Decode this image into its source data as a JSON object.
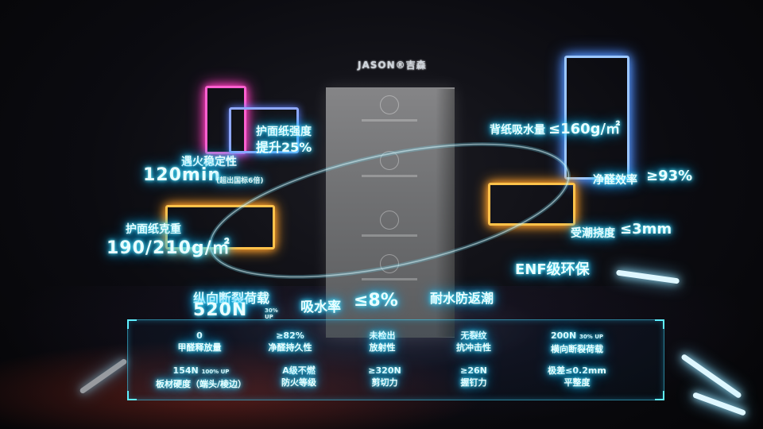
{
  "brand": "JASON®吉森",
  "callouts": {
    "face_paper_strength": {
      "label": "护面纸强度",
      "value": "提升25%"
    },
    "fire_stability": {
      "label": "遇火稳定性",
      "value": "120min",
      "note": "(超出国标6倍)"
    },
    "face_paper_weight": {
      "label": "护面纸克重",
      "value": "190/210g/㎡"
    },
    "back_paper_absorb": {
      "label": "背纸吸水量",
      "value": "≤160g/㎡"
    },
    "purify_rate": {
      "label": "净醛效率",
      "value": "≥93%"
    },
    "moisture_deflection": {
      "label": "受潮挠度",
      "value": "≤3mm"
    },
    "enf": {
      "label": "ENF级环保"
    },
    "longitudinal_load": {
      "label": "纵向断裂荷载",
      "value": "520N",
      "note": "30% UP"
    },
    "water_absorb": {
      "label": "吸水率",
      "value": "≤8%"
    },
    "moisture_resist": {
      "label": "耐水防返潮"
    }
  },
  "spec_table": [
    {
      "value": "0",
      "label": "甲醛释放量"
    },
    {
      "value": "≥82%",
      "label": "净醛持久性"
    },
    {
      "value": "未检出",
      "label": "放射性"
    },
    {
      "value": "无裂纹",
      "label": "抗冲击性"
    },
    {
      "value": "200N",
      "note": "30% UP",
      "label": "横向断裂荷载"
    },
    {
      "value": "154N",
      "note": "100% UP",
      "label": "板材硬度（端头/棱边）"
    },
    {
      "value": "A级不燃",
      "label": "防火等级"
    },
    {
      "value": "≥320N",
      "label": "剪切力"
    },
    {
      "value": "≥26N",
      "label": "握钉力"
    },
    {
      "value": "极差≤0.2mm",
      "label": "平整度"
    }
  ],
  "colors": {
    "neon_cyan": "#5ff0ff",
    "neon_pink": "#ff5fd0",
    "neon_gold": "#ffc24a",
    "neon_blue": "#7fb4ff"
  }
}
